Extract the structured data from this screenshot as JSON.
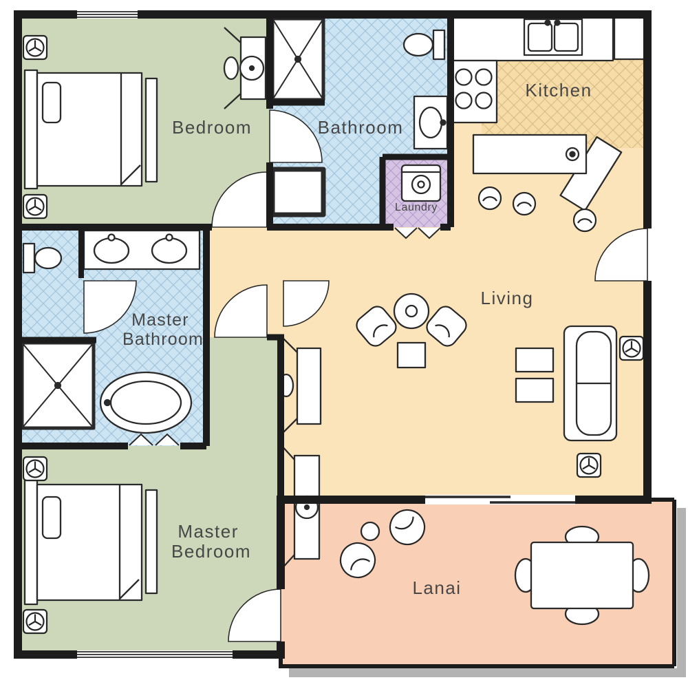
{
  "rooms": {
    "bedroom": {
      "label": "Bedroom"
    },
    "bathroom": {
      "label": "Bathroom"
    },
    "laundry": {
      "label": "Laundry"
    },
    "kitchen": {
      "label": "Kitchen"
    },
    "living": {
      "label": "Living"
    },
    "master_bathroom": {
      "line1": "Master",
      "line2": "Bathroom"
    },
    "master_bedroom": {
      "line1": "Master",
      "line2": "Bedroom"
    },
    "lanai": {
      "label": "Lanai"
    }
  },
  "colors": {
    "bedroom_green": "#cdd8ba",
    "living_cream": "#fbe3ba",
    "lanai_salmon": "#f9cfb6",
    "bath_fill": "#cde4f3",
    "bath_hatch": "#a3c5dc",
    "kitchen_fill": "#f6dca6",
    "kitchen_hatch": "#ddbe8a",
    "laundry_fill": "#d6c3e4",
    "laundry_hatch": "#b49dca",
    "wall": "#1c1c1c",
    "shadow": "#b3b3b3",
    "label_text": "#474747"
  }
}
